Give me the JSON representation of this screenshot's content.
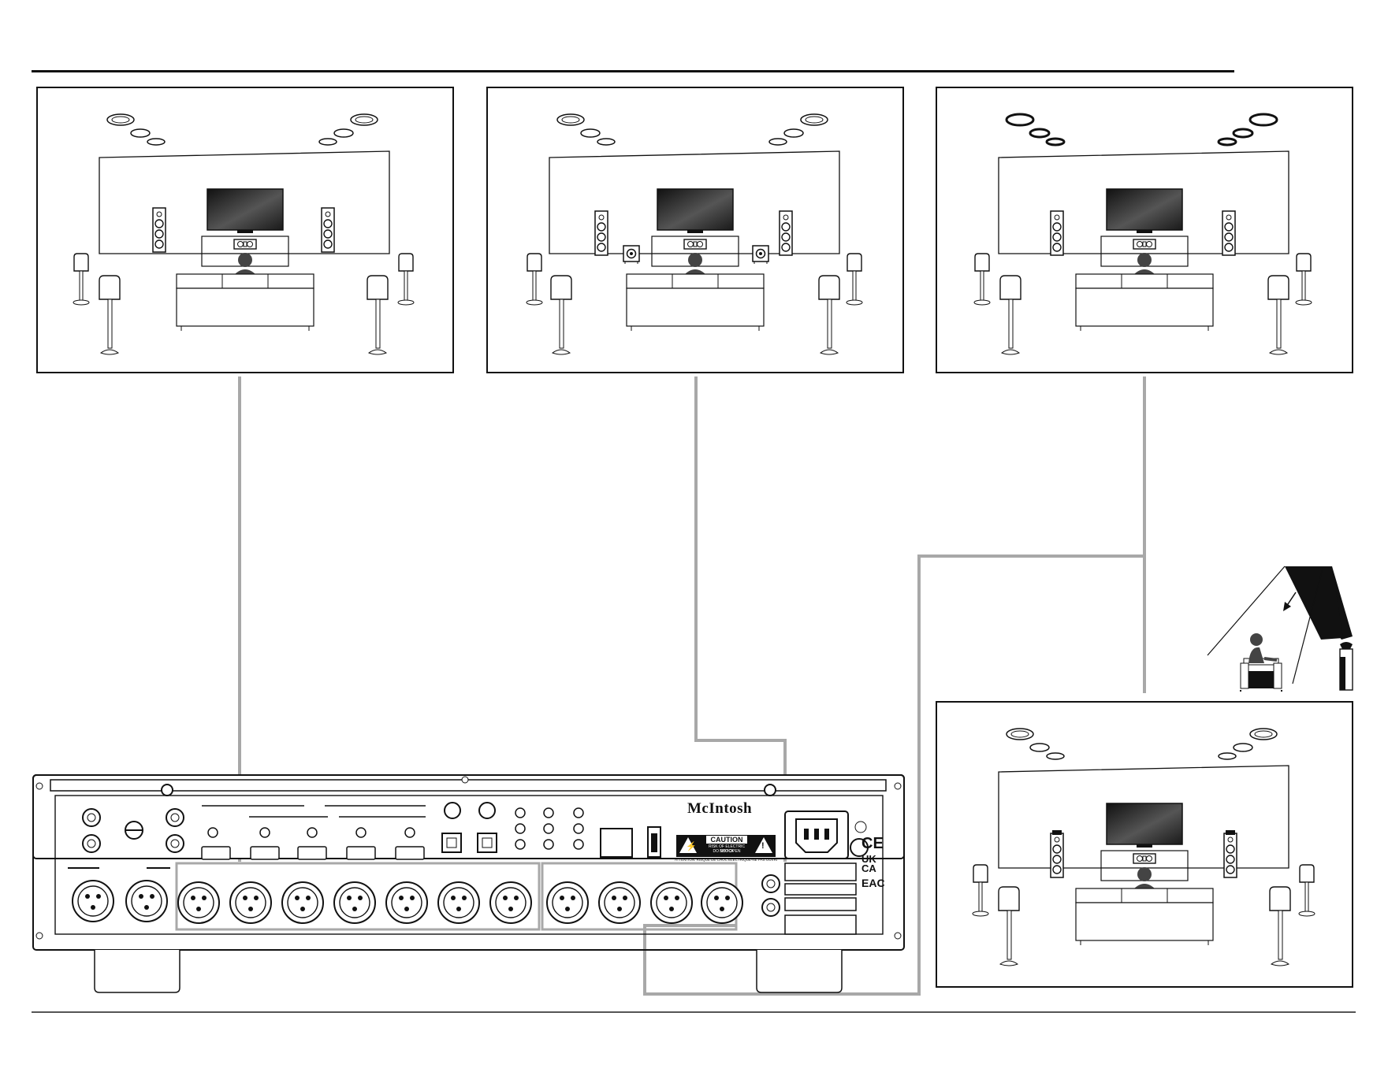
{
  "brand": {
    "logo_text": "McIntosh"
  },
  "caution_label": {
    "title": "CAUTION",
    "line1": "RISK OF ELECTRIC SHOCK",
    "line2": "DO NOT OPEN",
    "attention": "ATTENTION: RISQUE DE CHOC ELECTRIQUE-NE PAS OUVRIR"
  },
  "compliance_marks": {
    "ce": "CE",
    "ukca": "UK CA",
    "eac": "EAC"
  },
  "panels": [
    {
      "id": "panel-1",
      "layout": "front-center-surround-height",
      "ceiling_speakers_bold": false,
      "subwoofers": false
    },
    {
      "id": "panel-2",
      "layout": "front-subwoofers-surround-height",
      "ceiling_speakers_bold": false,
      "subwoofers": true
    },
    {
      "id": "panel-3",
      "layout": "front-surround-height-highlighted",
      "ceiling_speakers_bold": true,
      "subwoofers": false
    },
    {
      "id": "panel-4",
      "layout": "front-surround-height-enabled",
      "ceiling_speakers_bold": false,
      "subwoofers": false
    }
  ],
  "colors": {
    "line": "#111111",
    "wire": "#a8a8a8",
    "screen": "#2a2a2a"
  }
}
